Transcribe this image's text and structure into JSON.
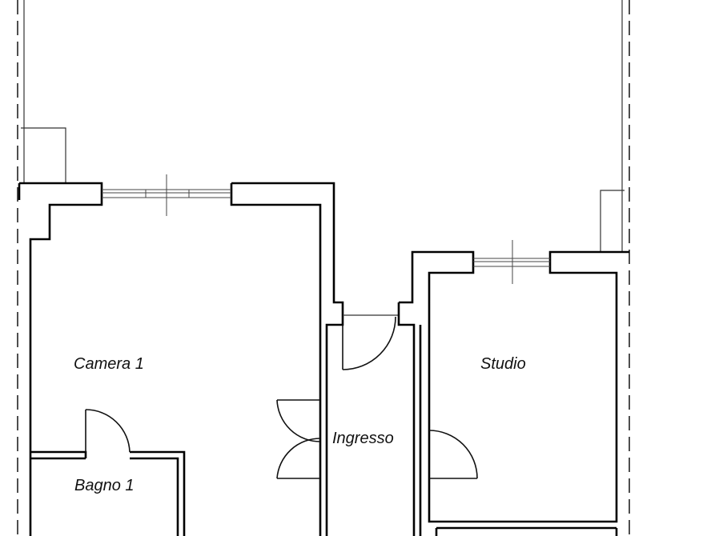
{
  "rooms": {
    "camera1": "Camera 1",
    "studio": "Studio",
    "ingresso": "Ingresso",
    "bagno1": "Bagno 1"
  }
}
